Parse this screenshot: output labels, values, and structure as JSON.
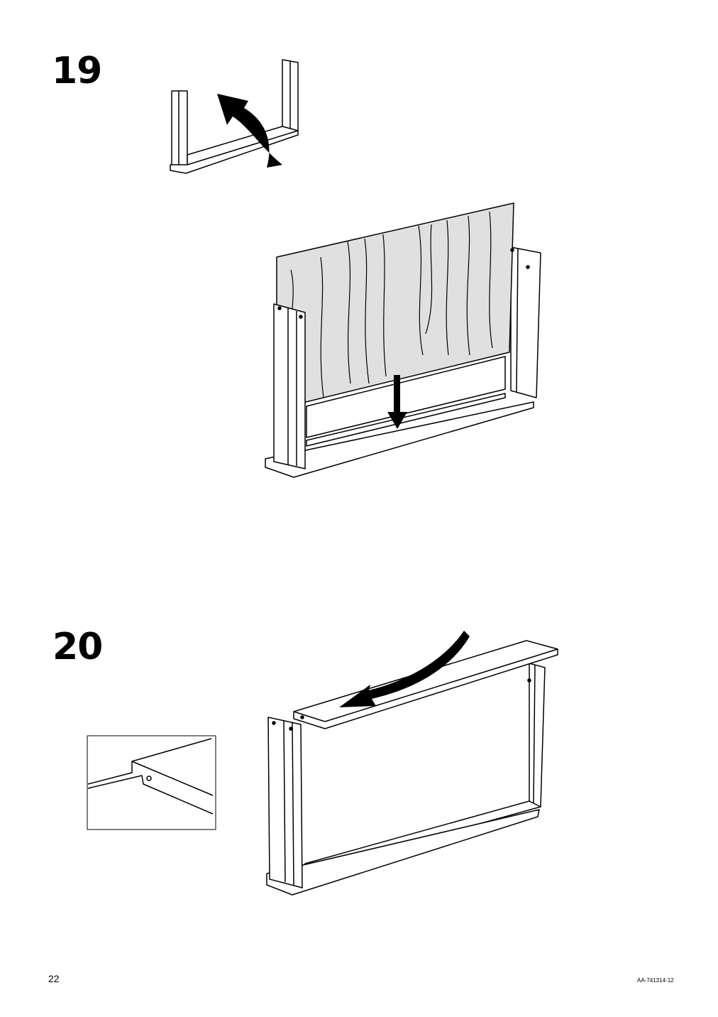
{
  "steps": [
    {
      "number": "19"
    },
    {
      "number": "20"
    }
  ],
  "footer": {
    "page_number": "22",
    "document_code": "AA-741314-12"
  },
  "colors": {
    "panel_fill": "#e0e0e0",
    "line": "#000000",
    "background": "#ffffff"
  },
  "icons": [
    "rotate-arrow-icon",
    "down-arrow-icon",
    "curved-arrow-icon"
  ]
}
